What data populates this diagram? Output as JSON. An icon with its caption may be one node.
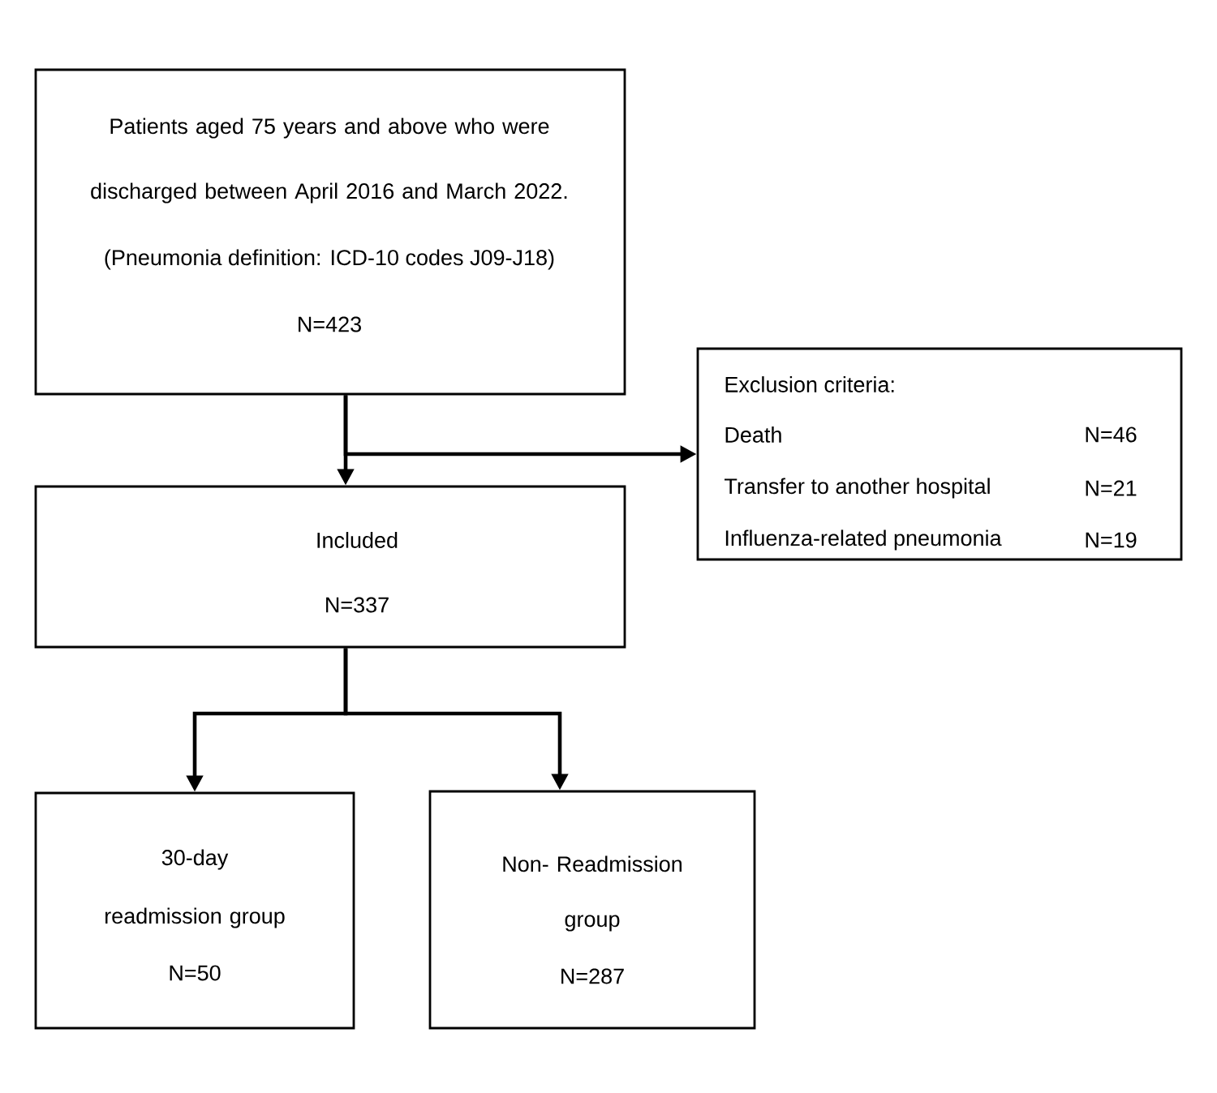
{
  "diagram": {
    "nodes": [
      {
        "text": [
          "Patients aged 75 years and above who were discharged between April 2016 and March 2022.",
          "(Pneumonia definition: ICD-10 codes J09-J18)",
          "N=423"
        ]
      },
      {
        "text": [
          "Exclusion criteria:",
          "Death",
          "N=46",
          "Transfer to another hospital",
          "N=21",
          "Influenza-related pneumonia",
          "N=19"
        ]
      },
      {
        "text": [
          "Included",
          "N=337"
        ]
      },
      {
        "text": [
          "30-day readmission group",
          "N=50"
        ]
      },
      {
        "text": [
          "Non- Readmission group",
          "N=287"
        ]
      }
    ],
    "edges": [
      {
        "from": 0,
        "to": 2,
        "arrow": "to"
      },
      {
        "from": 0,
        "to": 1,
        "arrow": "to"
      },
      {
        "from": 2,
        "to": 3,
        "arrow": "to"
      },
      {
        "from": 2,
        "to": 4,
        "arrow": "to"
      }
    ]
  }
}
